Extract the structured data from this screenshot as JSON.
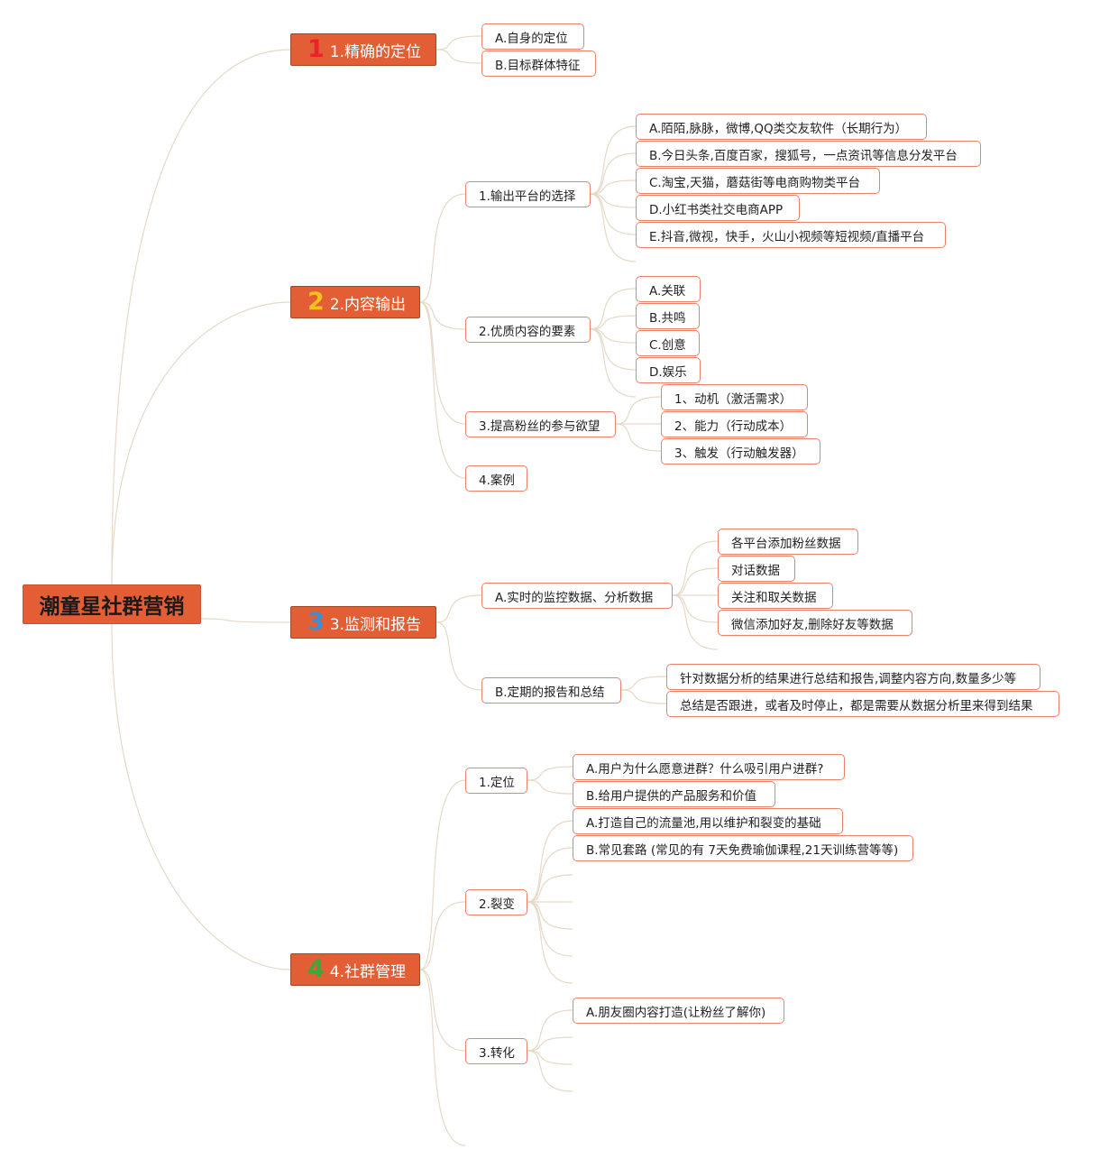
{
  "root": "潮童星社群营销",
  "colors": {
    "node_fill": "#e35d35",
    "leaf_border": "#e8826a",
    "link": "#e6d9c8",
    "badge_1": "#e8232a",
    "badge_2": "#f4c020",
    "badge_3": "#3a8fd6",
    "badge_4": "#3aa83a"
  },
  "branches": [
    {
      "badge": "1",
      "label": "1.精确的定位"
    },
    {
      "badge": "2",
      "label": "2.内容输出"
    },
    {
      "badge": "3",
      "label": "3.监测和报告"
    },
    {
      "badge": "4",
      "label": "4.社群管理"
    }
  ],
  "b1": {
    "leaves": [
      "A.自身的定位",
      "B.目标群体特征"
    ]
  },
  "b2": {
    "subs": [
      "1.输出平台的选择",
      "2.优质内容的要素",
      "3.提高粉丝的参与欲望",
      "4.案例"
    ],
    "platforms": [
      "A.陌陌,脉脉，微博,QQ类交友软件（长期行为）",
      "B.今日头条,百度百家，搜狐号，一点资讯等信息分发平台",
      "C.淘宝,天猫，蘑菇街等电商购物类平台",
      "D.小红书类社交电商APP",
      "E.抖音,微视，快手，火山小视频等短视频/直播平台"
    ],
    "elements": [
      "A.关联",
      "B.共鸣",
      "C.创意",
      "D.娱乐"
    ],
    "participation": [
      "1、动机（激活需求）",
      "2、能力（行动成本）",
      "3、触发（行动触发器）"
    ]
  },
  "b3": {
    "subs": [
      "A.实时的监控数据、分析数据",
      "B.定期的报告和总结"
    ],
    "monitor": [
      "各平台添加粉丝数据",
      "对话数据",
      "关注和取关数据",
      "微信添加好友,删除好友等数据"
    ],
    "report": [
      "针对数据分析的结果进行总结和报告,调整内容方向,数量多少等",
      "总结是否跟进，或者及时停止，都是需要从数据分析里来得到结果"
    ]
  },
  "b4": {
    "subs": [
      "1.定位",
      "2.裂变",
      "3.转化"
    ],
    "positioning": [
      "A.用户为什么愿意进群？什么吸引用户进群?",
      "B.给用户提供的产品服务和价值"
    ],
    "fission": [
      "A.打造自己的流量池,用以维护和裂变的基础",
      "B.常见套路 (常见的有 7天免费瑜伽课程,21天训练营等等)"
    ],
    "conversion": [
      "A.朋友圈内容打造(让粉丝了解你)"
    ]
  }
}
